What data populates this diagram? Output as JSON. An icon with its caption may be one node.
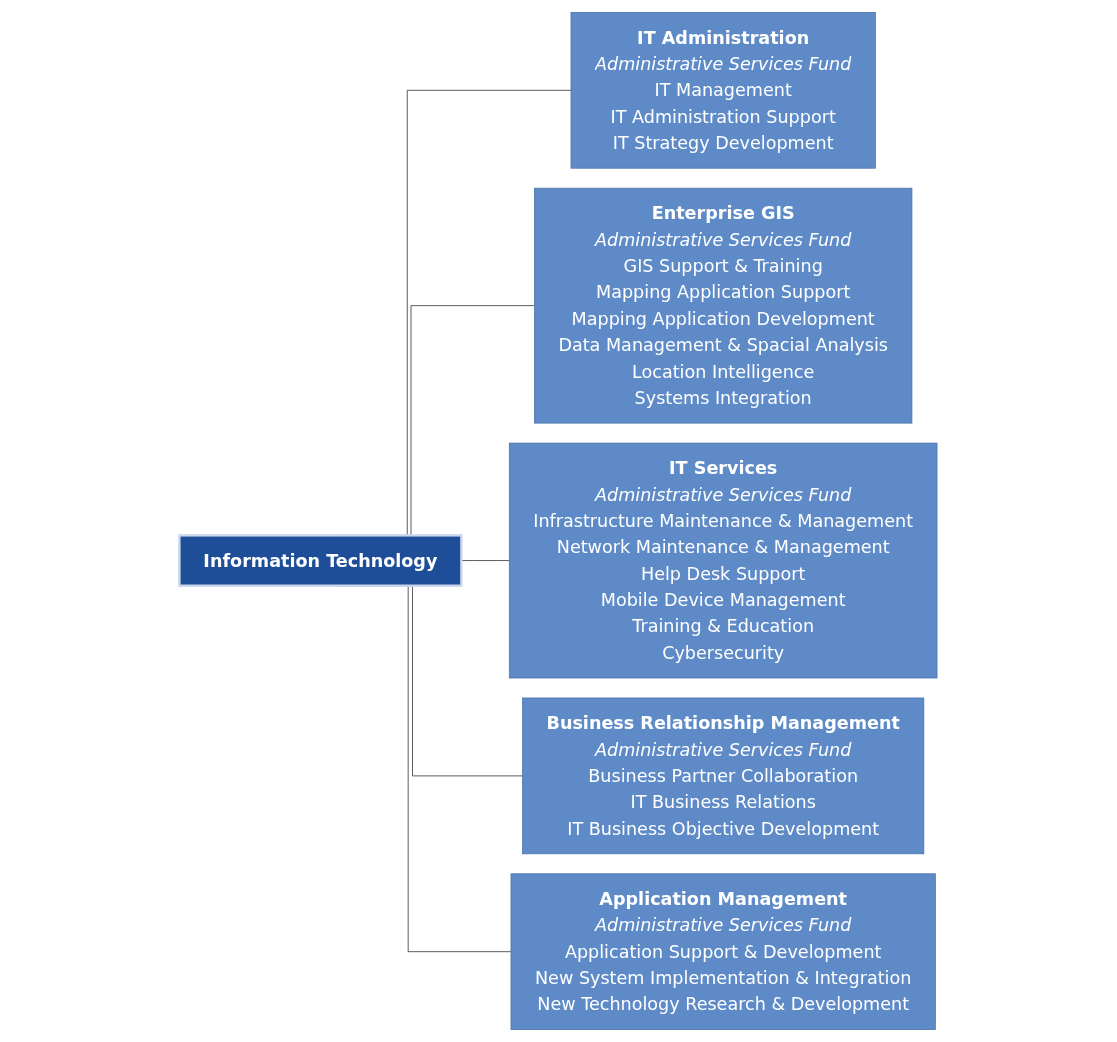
{
  "diagram": {
    "nodes": [
      {
        "text": [
          "Information Technology"
        ]
      },
      {
        "text": [
          "IT Administration",
          "Administrative Services Fund",
          "IT Management",
          "IT Administration Support",
          "IT Strategy Development"
        ]
      },
      {
        "text": [
          "Enterprise GIS",
          "Administrative Services Fund",
          "GIS Support & Training",
          "Mapping Application Support",
          "Mapping Application Development",
          "Data Management & Spacial Analysis",
          "Location Intelligence",
          "Systems Integration"
        ]
      },
      {
        "text": [
          "IT Services",
          "Administrative Services Fund",
          "Infrastructure Maintenance & Management",
          "Network Maintenance & Management",
          "Help Desk Support",
          "Mobile Device Management",
          "Training & Education",
          "Cybersecurity"
        ]
      },
      {
        "text": [
          "Business Relationship Management",
          "Administrative Services Fund",
          "Business Partner Collaboration",
          "IT Business Relations",
          "IT Business Objective Development"
        ]
      },
      {
        "text": [
          "Application Management",
          "Administrative Services Fund",
          "Application Support & Development",
          "New System Implementation & Integration",
          "New Technology Research & Development"
        ]
      }
    ],
    "edges": [
      {
        "from": 0,
        "to": 1,
        "arrow": "none"
      },
      {
        "from": 0,
        "to": 2,
        "arrow": "none"
      },
      {
        "from": 0,
        "to": 3,
        "arrow": "none"
      },
      {
        "from": 0,
        "to": 4,
        "arrow": "none"
      },
      {
        "from": 0,
        "to": 5,
        "arrow": "none"
      }
    ]
  }
}
